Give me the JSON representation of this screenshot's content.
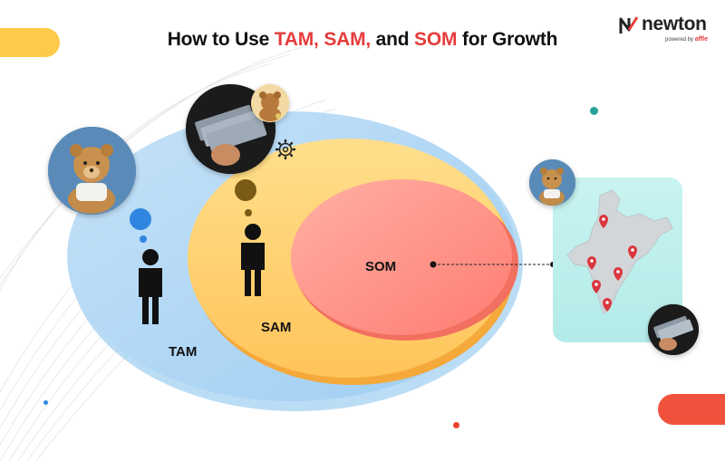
{
  "title": {
    "lead": "How to Use ",
    "tam": "TAM,",
    "sam": "SAM,",
    "and": "and",
    "som": "SOM",
    "tail": "for Growth"
  },
  "logo": {
    "word": "newton",
    "sub": "powered by",
    "brand": "affle"
  },
  "labels": {
    "tam": "TAM",
    "sam": "SAM",
    "som": "SOM"
  },
  "colors": {
    "tam": "#b5d9f5",
    "sam": "#ffd27a",
    "som": "#ff9085",
    "accent": "#e63b3b",
    "pill_yellow": "#ffc94a",
    "pill_red": "#f0513c",
    "map_bg": "#c4f0ee",
    "pin": "#d9363e"
  }
}
